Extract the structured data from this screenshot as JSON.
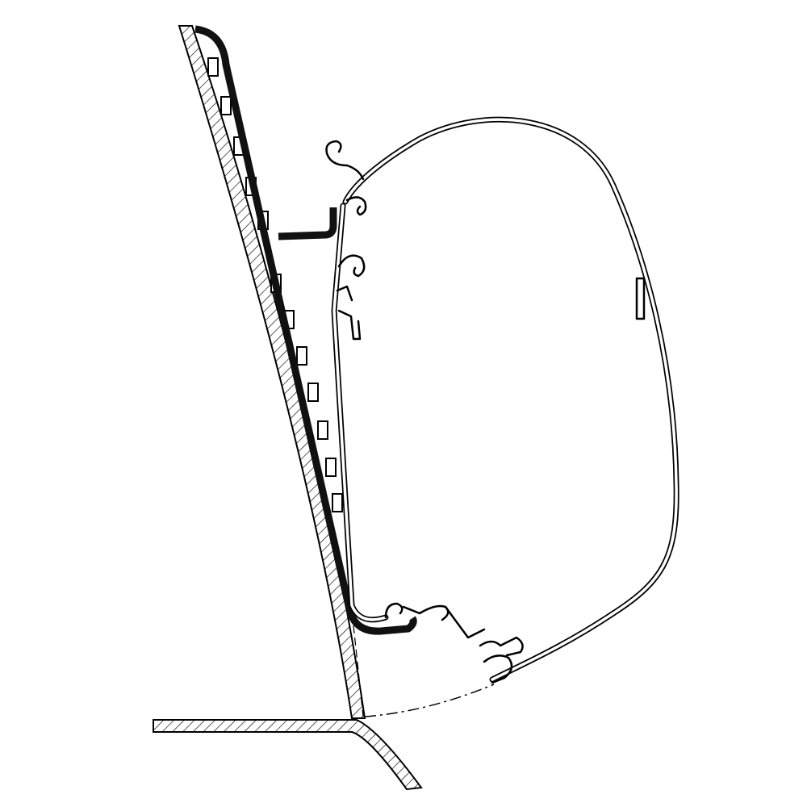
{
  "colors": {
    "line": "#000000",
    "background": "#ffffff",
    "adapter": "#111111"
  },
  "diagram": {
    "parts": [
      "vehicle-wall",
      "vehicle-roof-edge",
      "adapter-rail",
      "awning-housing",
      "awning-front-profile"
    ]
  }
}
